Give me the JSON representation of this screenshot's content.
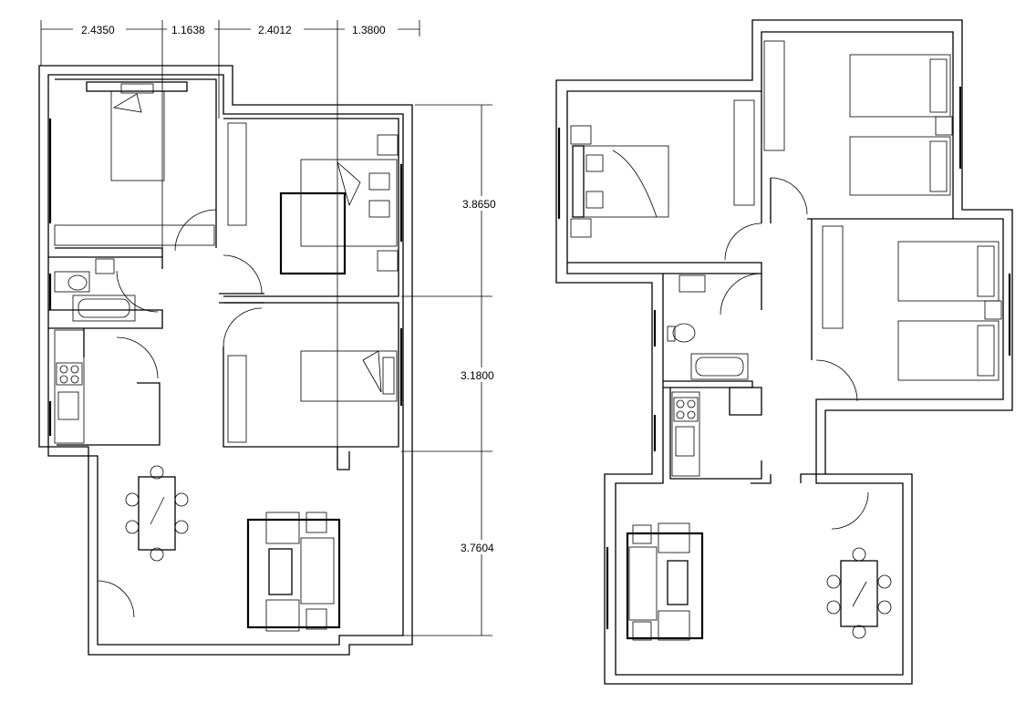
{
  "plan_left": {
    "dimensions_top": [
      "2.4350",
      "1.1638",
      "2.4012",
      "1.3800"
    ],
    "dimensions_right": [
      "3.8650",
      "3.1800",
      "3.7604"
    ]
  },
  "colors": {
    "line": "#000000",
    "background": "#ffffff"
  }
}
